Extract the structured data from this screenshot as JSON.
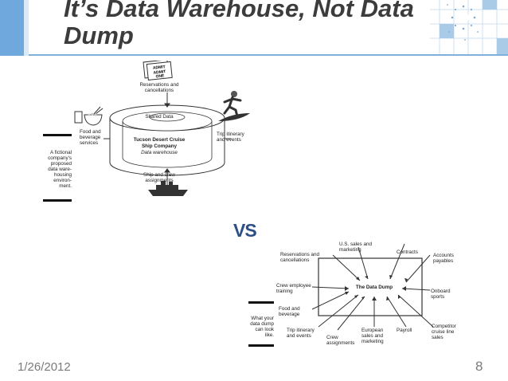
{
  "slide": {
    "title": "It’s Data Warehouse, Not Data Dump",
    "vs_label": "VS",
    "date": "1/26/2012",
    "page_number": "8"
  },
  "warehouse_figure": {
    "ticket": [
      "ADMIT",
      "ADMIT",
      "ONE"
    ],
    "reservations": "Reservations and cancellations",
    "shared_data": "Shared Data",
    "center_line1": "Tucson Desert Cruise",
    "center_line2": "Ship Company",
    "center_line3": "Data warehouse",
    "food": "Food and beverage services",
    "trip": "Trip itinerary and events",
    "ship": "Ship and crew assignments",
    "caption": "A fictional company's proposed data ware- housing environ- ment."
  },
  "dump_figure": {
    "center": "The Data Dump",
    "us_sales": "U.S. sales and marketing",
    "contracts": "Contracts",
    "reservations": "Reservations and cancellations",
    "accounts": "Accounts payables",
    "crew_training": "Crew employee training",
    "onboard": "Onboard sports",
    "food": "Food and beverage",
    "trip": "Trip itinerary and events",
    "crew_assign": "Crew assignments",
    "european": "European sales and marketing",
    "payroll": "Payroll",
    "competitor": "Competitor cruise line sales",
    "caption": "What your data dump can look like."
  }
}
